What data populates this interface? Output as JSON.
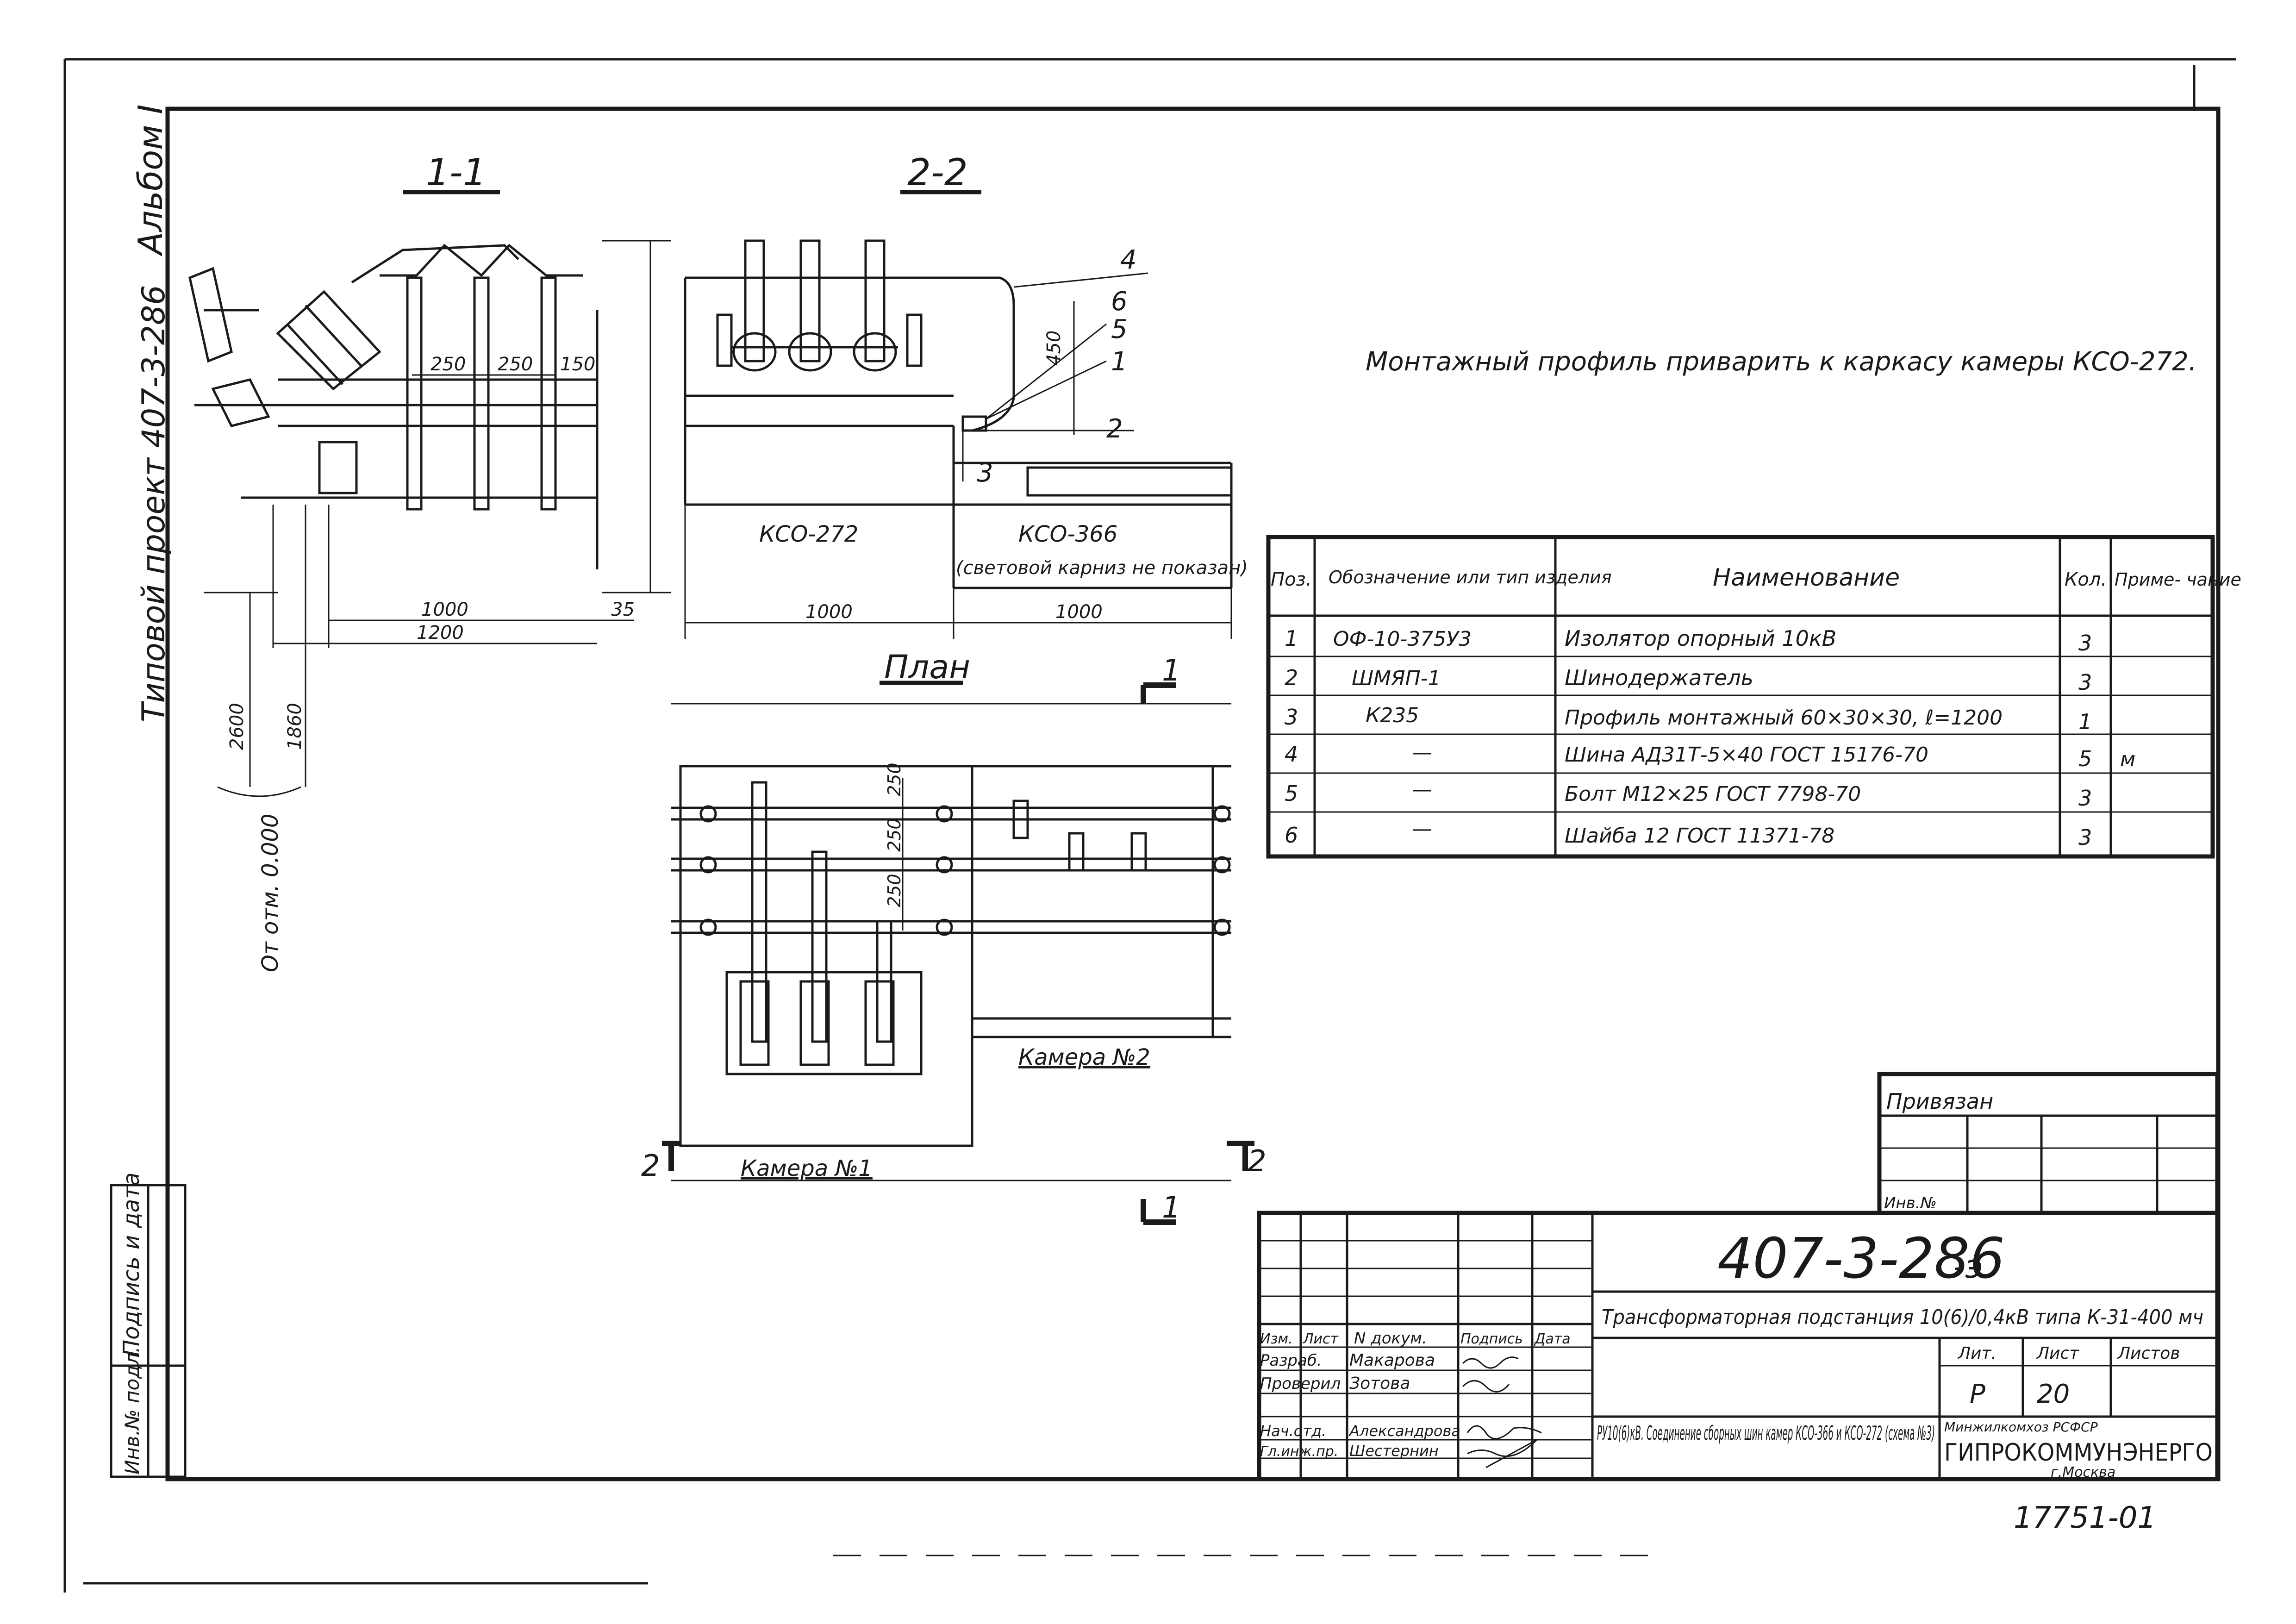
{
  "frame": {
    "side_vertical_text": "Типовой проект 407-3-286",
    "album_label": "Альбом I"
  },
  "section_1_1": {
    "title": "1-1",
    "dims": {
      "spacing_a": "250",
      "spacing_b": "250",
      "spacing_c": "150",
      "width_1000": "1000",
      "width_1200": "1200",
      "gap_35": "35"
    },
    "height_2600": "2600",
    "height_1860": "1860",
    "elevation_label": "От отм. 0.000"
  },
  "section_2_2": {
    "title": "2-2",
    "dim_450": "450",
    "left_chamber": "КСО-272",
    "right_chamber": "КСО-366",
    "right_note": "(световой карниз не показан)",
    "width_left": "1000",
    "width_right": "1000",
    "callouts": [
      "4",
      "6",
      "5",
      "1",
      "2",
      "3"
    ]
  },
  "plan": {
    "title": "План",
    "dims": [
      "250",
      "250",
      "250"
    ],
    "chamber_1": "Камера №1",
    "chamber_2": "Камера №2",
    "cut_1_top": "1",
    "cut_1_bottom": "1",
    "cut_2_left": "2",
    "cut_2_right": "2"
  },
  "note": "Монтажный профиль приварить к каркасу камеры КСО-272.",
  "spec_table": {
    "headers": {
      "pos": "Поз.",
      "designation": "Обозначение или тип изделия",
      "name": "Наименование",
      "qty": "Кол.",
      "note": "Приме- чание"
    },
    "rows": [
      {
        "pos": "1",
        "designation": "ОФ-10-375У3",
        "name": "Изолятор опорный 10кВ",
        "qty": "3",
        "note": ""
      },
      {
        "pos": "2",
        "designation": "ШМЯП-1",
        "name": "Шинодержатель",
        "qty": "3",
        "note": ""
      },
      {
        "pos": "3",
        "designation": "К235",
        "name": "Профиль монтажный 60×30×30, ℓ=1200",
        "qty": "1",
        "note": ""
      },
      {
        "pos": "4",
        "designation": "—",
        "name": "Шина АД31Т-5×40 ГОСТ 15176-70",
        "qty": "5",
        "note": "м"
      },
      {
        "pos": "5",
        "designation": "—",
        "name": "Болт М12×25 ГОСТ 7798-70",
        "qty": "3",
        "note": ""
      },
      {
        "pos": "6",
        "designation": "—",
        "name": "Шайба 12 ГОСТ 11371-78",
        "qty": "3",
        "note": ""
      }
    ]
  },
  "stamp": {
    "privyazan": "Привязан",
    "inv_no": "Инв.№",
    "doc_number": "407-3-286",
    "doc_suffix": "-э",
    "object_title": "Трансформаторная подстанция 10(6)/0,4кВ типа К-31-400 мч",
    "sheet_title": "РУ10(6)кВ. Соединение сборных шин камер КСО-366 и КСО-272 (схема №3)",
    "col_headers": {
      "izm": "Изм.",
      "list": "Лист",
      "ndoc": "N докум.",
      "sign": "Подпись",
      "date": "Дата"
    },
    "roles": [
      {
        "role": "Разраб.",
        "name": "Макарова"
      },
      {
        "role": "Проверил",
        "name": "Зотова"
      },
      {
        "role": "Нач.отд.",
        "name": "Александрова"
      },
      {
        "role": "Гл.инж.пр.",
        "name": "Шестернин"
      }
    ],
    "lit_label": "Лит.",
    "sheet_label": "Лист",
    "sheets_label": "Листов",
    "lit_value": "Р",
    "sheet_value": "20",
    "sheets_value": "",
    "org_small": "Минжилкомхоз РСФСР",
    "org": "ГИПРОКОММУНЭНЕРГО",
    "city": "г.Москва",
    "left_margin_sign": "Подпись и дата",
    "left_margin_inv": "Инв.№ подл.",
    "sheet_code": "17751-01"
  }
}
